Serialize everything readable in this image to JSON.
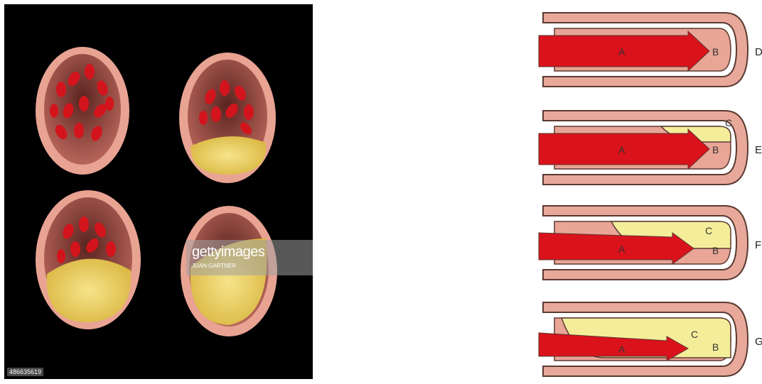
{
  "photo": {
    "watermark_brand": "gettyimages",
    "watermark_credit": "JUAN GARTNER",
    "image_id": "486635619"
  },
  "diagram": {
    "labels": {
      "flow_start": "A",
      "flow_end": "B",
      "plaque": "C"
    },
    "stages": [
      {
        "letter": "D",
        "has_plaque": false
      },
      {
        "letter": "E",
        "has_plaque": true
      },
      {
        "letter": "F",
        "has_plaque": true
      },
      {
        "letter": "G",
        "has_plaque": true
      }
    ]
  },
  "colors": {
    "artery_wall": "#e8a99a",
    "artery_outline": "#5a3a32",
    "blood": "#d9121b",
    "plaque": "#f4ee9a",
    "background_photo": "#000000"
  }
}
